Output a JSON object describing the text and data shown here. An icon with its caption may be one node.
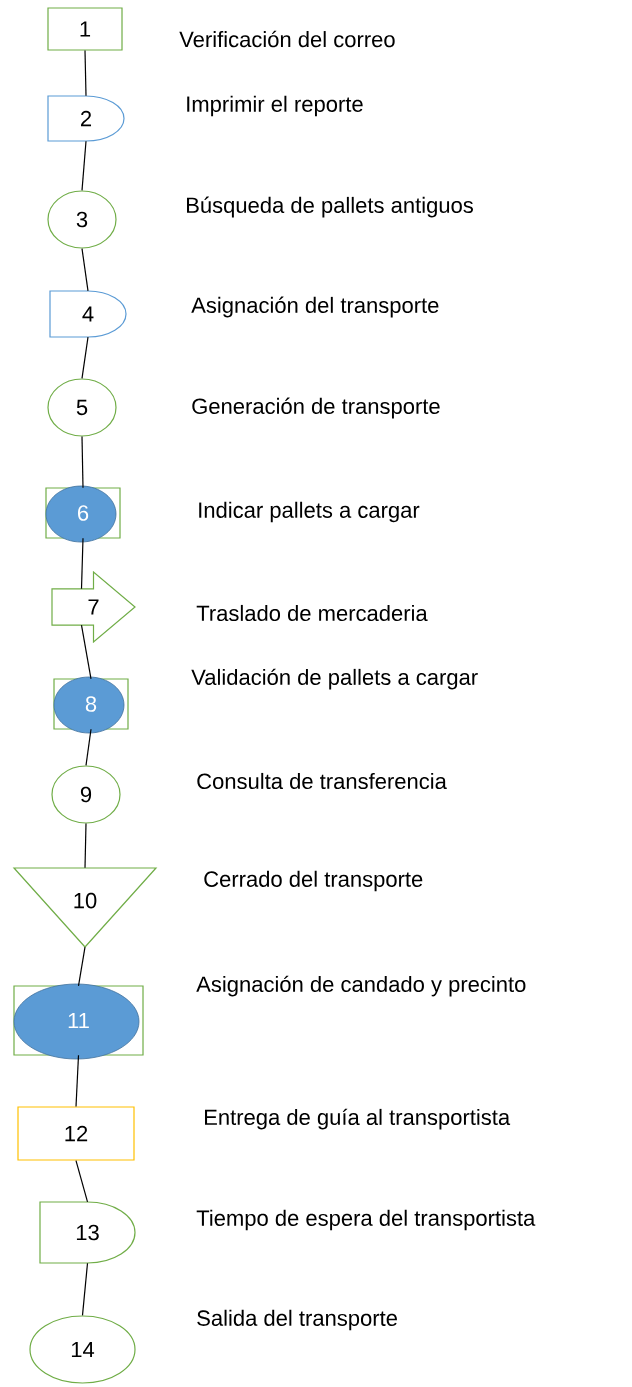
{
  "diagram": {
    "nodes": [
      {
        "text": [
          "1"
        ],
        "beside": [
          "Verificación del correo"
        ]
      },
      {
        "text": [
          "2"
        ],
        "beside": [
          "Imprimir el reporte"
        ]
      },
      {
        "text": [
          "3"
        ],
        "beside": [
          "Búsqueda de pallets antiguos"
        ]
      },
      {
        "text": [
          "4"
        ],
        "beside": [
          "Asignación del transporte"
        ]
      },
      {
        "text": [
          "5"
        ],
        "beside": [
          "Generación de transporte"
        ]
      },
      {
        "text": [
          "6"
        ],
        "beside": [
          "Indicar pallets a cargar"
        ]
      },
      {
        "text": [
          "7"
        ],
        "beside": [
          "Traslado de mercaderia"
        ]
      },
      {
        "text": [
          "8"
        ],
        "beside": [
          "Validación de pallets a cargar"
        ]
      },
      {
        "text": [
          "9"
        ],
        "beside": [
          "Consulta de transferencia"
        ]
      },
      {
        "text": [
          "10"
        ],
        "beside": [
          "Cerrado del transporte"
        ]
      },
      {
        "text": [
          "11"
        ],
        "beside": [
          "Asignación de candado y precinto"
        ]
      },
      {
        "text": [
          "12"
        ],
        "beside": [
          "Entrega de guía al transportista"
        ]
      },
      {
        "text": [
          "13"
        ],
        "beside": [
          "Tiempo de espera del transportista"
        ]
      },
      {
        "text": [
          "14"
        ],
        "beside": [
          "Salida del transporte"
        ]
      }
    ],
    "edges": [
      {
        "from": 0,
        "to": 1,
        "arrow": "none"
      },
      {
        "from": 1,
        "to": 2,
        "arrow": "none"
      },
      {
        "from": 2,
        "to": 3,
        "arrow": "none"
      },
      {
        "from": 3,
        "to": 4,
        "arrow": "none"
      },
      {
        "from": 4,
        "to": 5,
        "arrow": "none"
      },
      {
        "from": 5,
        "to": 6,
        "arrow": "none"
      },
      {
        "from": 6,
        "to": 7,
        "arrow": "none"
      },
      {
        "from": 7,
        "to": 8,
        "arrow": "none"
      },
      {
        "from": 8,
        "to": 9,
        "arrow": "none"
      },
      {
        "from": 9,
        "to": 10,
        "arrow": "none"
      },
      {
        "from": 10,
        "to": 11,
        "arrow": "none"
      },
      {
        "from": 11,
        "to": 12,
        "arrow": "none"
      },
      {
        "from": 12,
        "to": 13,
        "arrow": "none"
      }
    ]
  }
}
